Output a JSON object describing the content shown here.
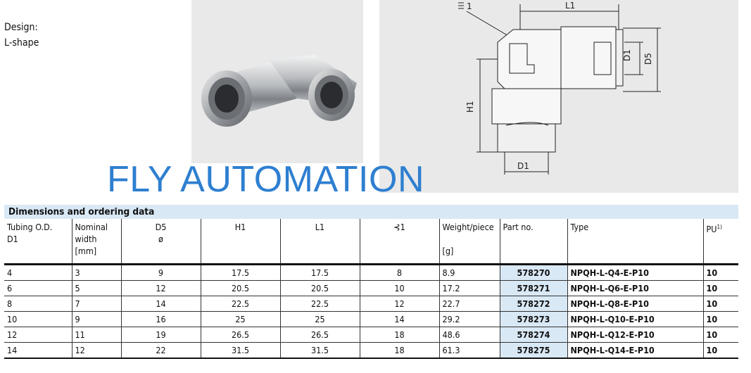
{
  "design": {
    "label": "Design:",
    "value": "L-shape"
  },
  "drawing": {
    "wrench_label": "1",
    "l1": "L1",
    "d1": "D1",
    "d5": "D5",
    "h1": "H1",
    "d1_bottom": "D1"
  },
  "watermark": "FLY AUTOMATION",
  "table": {
    "title": "Dimensions and ordering data",
    "headers": {
      "tubing_l1": "Tubing O.D.",
      "tubing_l2": "D1",
      "nominal_l1": "Nominal",
      "nominal_l2": "width",
      "nominal_l3": "[mm]",
      "d5_l1": "D5",
      "d5_l2": "ø",
      "h1": "H1",
      "l1": "L1",
      "wrench": "1",
      "weight_l1": "Weight/piece",
      "weight_l2": "[g]",
      "part": "Part no.",
      "type": "Type",
      "pu": "PU",
      "pu_sup": "1)"
    },
    "rows": [
      {
        "d1": "4",
        "nw": "3",
        "d5": "9",
        "h1": "17.5",
        "l1": "17.5",
        "af": "8",
        "wt": "8.9",
        "part": "578270",
        "type": "NPQH-L-Q4-E-P10",
        "pu": "10"
      },
      {
        "d1": "6",
        "nw": "5",
        "d5": "12",
        "h1": "20.5",
        "l1": "20.5",
        "af": "10",
        "wt": "17.2",
        "part": "578271",
        "type": "NPQH-L-Q6-E-P10",
        "pu": "10"
      },
      {
        "d1": "8",
        "nw": "7",
        "d5": "14",
        "h1": "22.5",
        "l1": "22.5",
        "af": "12",
        "wt": "22.7",
        "part": "578272",
        "type": "NPQH-L-Q8-E-P10",
        "pu": "10"
      },
      {
        "d1": "10",
        "nw": "9",
        "d5": "16",
        "h1": "25",
        "l1": "25",
        "af": "14",
        "wt": "29.2",
        "part": "578273",
        "type": "NPQH-L-Q10-E-P10",
        "pu": "10"
      },
      {
        "d1": "12",
        "nw": "11",
        "d5": "19",
        "h1": "26.5",
        "l1": "26.5",
        "af": "18",
        "wt": "48.6",
        "part": "578274",
        "type": "NPQH-L-Q12-E-P10",
        "pu": "10"
      },
      {
        "d1": "14",
        "nw": "12",
        "d5": "22",
        "h1": "31.5",
        "l1": "31.5",
        "af": "18",
        "wt": "61.3",
        "part": "578275",
        "type": "NPQH-L-Q14-E-P10",
        "pu": "10"
      }
    ]
  }
}
